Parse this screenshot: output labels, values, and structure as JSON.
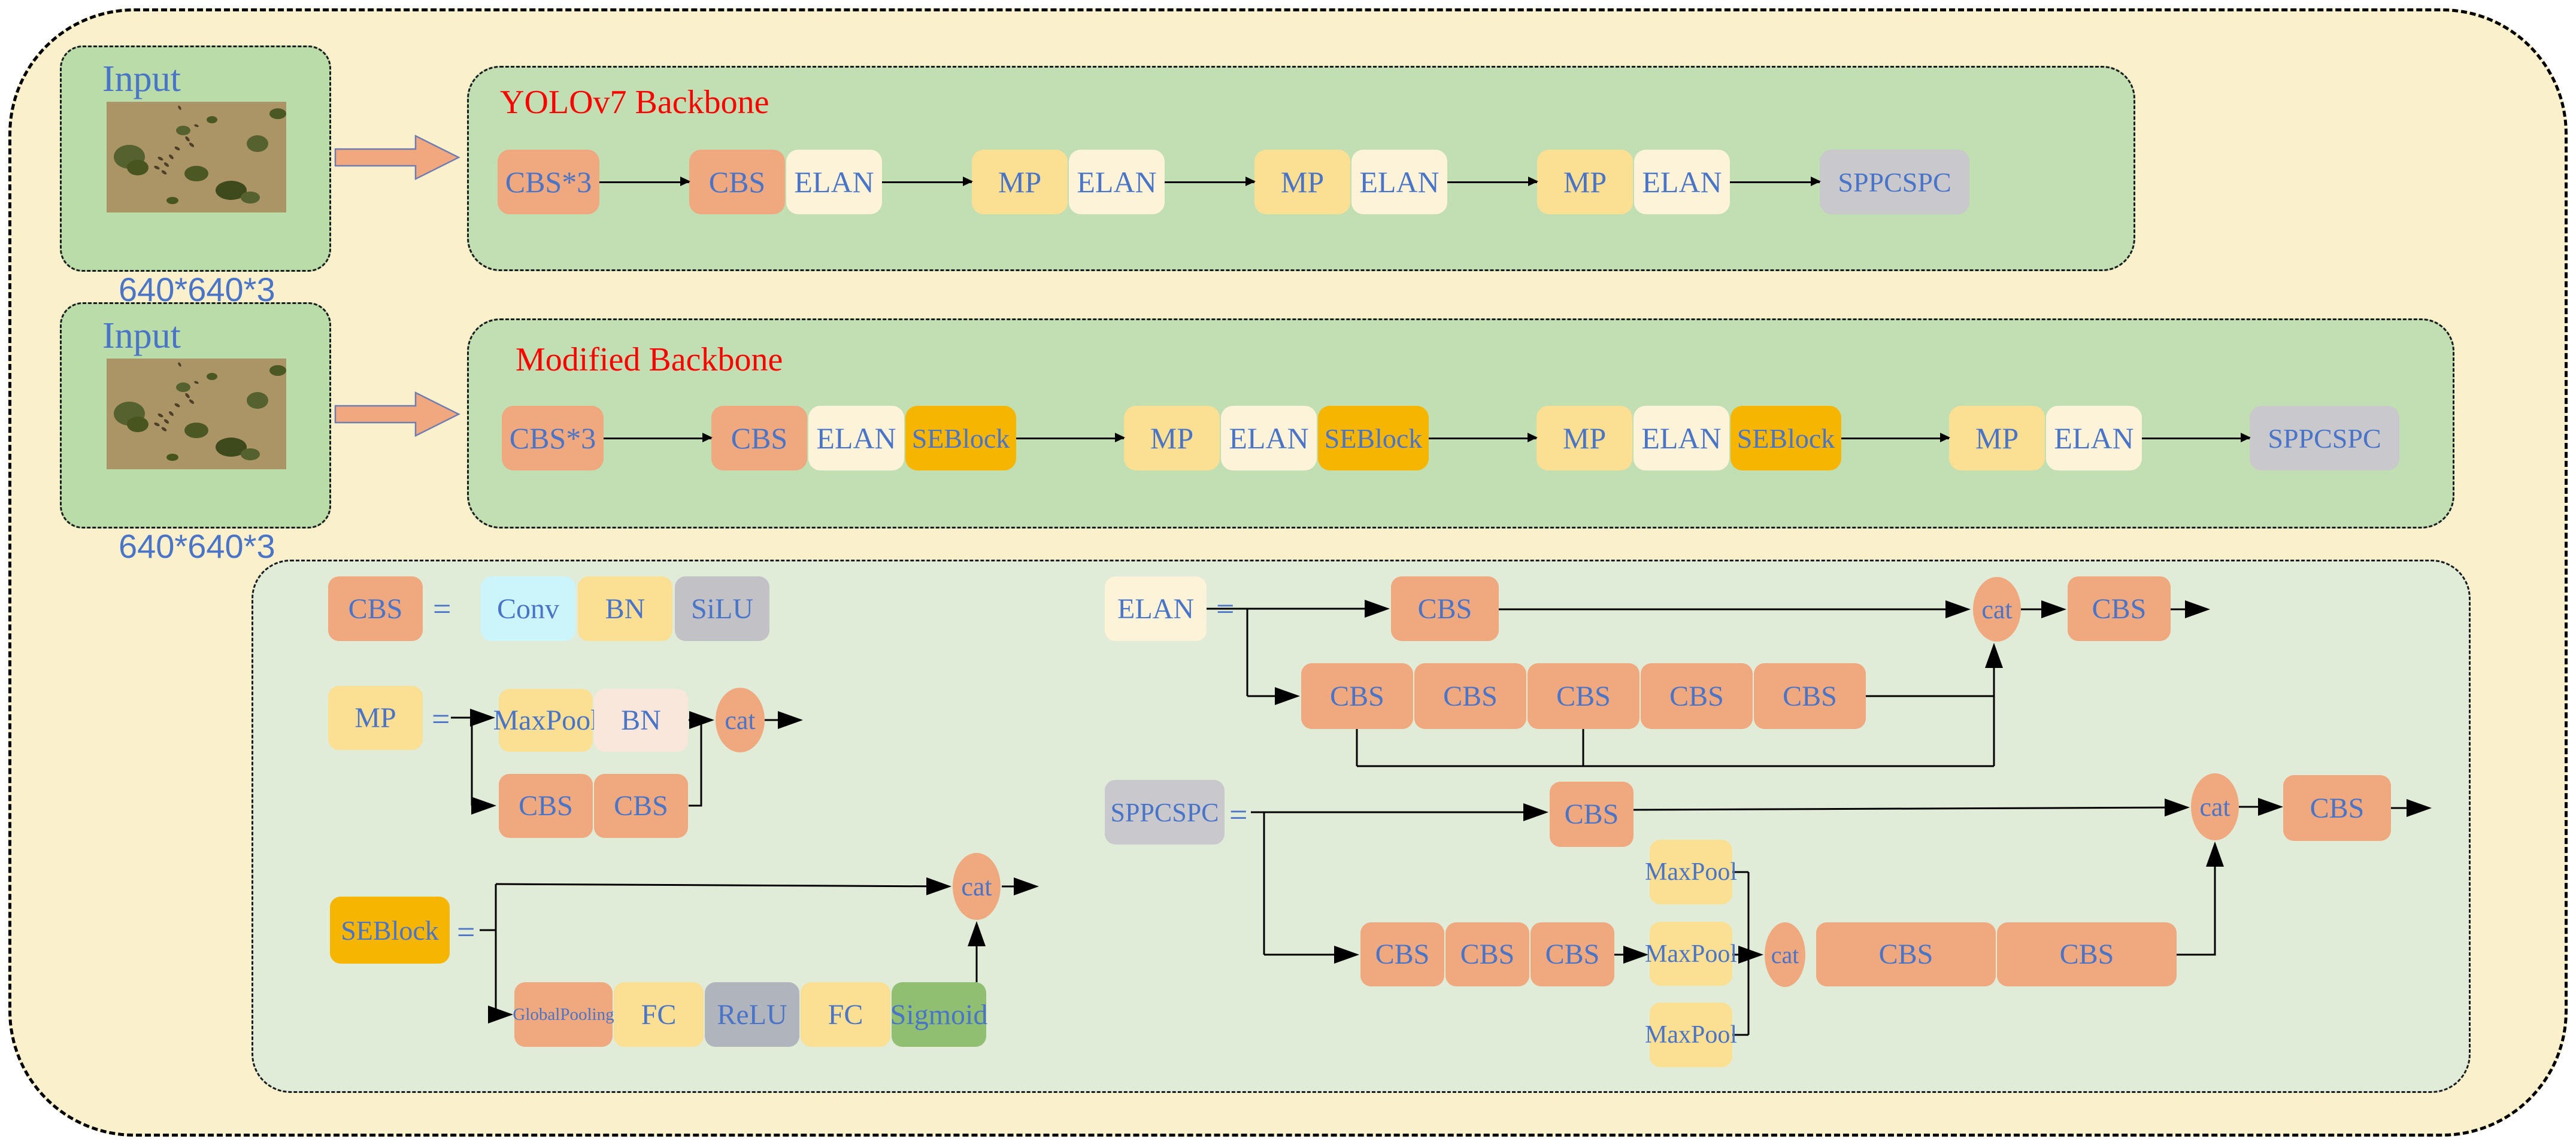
{
  "palette": {
    "page_background": "#FBF0CC",
    "backbone_row_green": "#C2DEB3",
    "input_green": "#B9DCA9",
    "legend_green": "#E0EBD8",
    "cbs_salmon": "#F0A87E",
    "mp_yellow": "#FBDF92",
    "elan_cream": "#FCF3D8",
    "seblock_gold": "#F6B501",
    "sppcspc_gray": "#C8C8CD",
    "conv_cyan": "#CBF5FA",
    "bn_pink": "#F8E7DA",
    "silu_gray": "#C2C2C6",
    "relu_gray": "#B0B4BD",
    "sigmoid_green": "#90BF72",
    "label_blue": "#4A74C8",
    "title_red": "#FB0200"
  },
  "input_box": {
    "label": "Input",
    "dims": "640*640*3"
  },
  "row1": {
    "title": "YOLOv7 Backbone",
    "blocks": [
      "CBS*3",
      "CBS",
      "ELAN",
      "MP",
      "ELAN",
      "MP",
      "ELAN",
      "MP",
      "ELAN",
      "SPPCSPC"
    ]
  },
  "row2": {
    "title": "Modified Backbone",
    "blocks": [
      "CBS*3",
      "CBS",
      "ELAN",
      "SEBlock",
      "MP",
      "ELAN",
      "SEBlock",
      "MP",
      "ELAN",
      "SEBlock",
      "MP",
      "ELAN",
      "SPPCSPC"
    ]
  },
  "defs": {
    "eq": "=",
    "cat": "cat",
    "cbs": {
      "lhs": "CBS",
      "parts": [
        "Conv",
        "BN",
        "SiLU"
      ]
    },
    "mp": {
      "lhs": "MP",
      "top": [
        "MaxPool",
        "BN"
      ],
      "bottom": [
        "CBS",
        "CBS"
      ]
    },
    "elan": {
      "lhs": "ELAN",
      "top": "CBS",
      "bottom": [
        "CBS",
        "CBS",
        "CBS",
        "CBS",
        "CBS"
      ],
      "out": "CBS"
    },
    "seblock": {
      "lhs": "SEBlock",
      "bottom": [
        "GlobalPooling",
        "FC",
        "ReLU",
        "FC",
        "Sigmoid"
      ]
    },
    "sppcspc": {
      "lhs": "SPPCSPC",
      "top": "CBS",
      "mid": [
        "CBS",
        "CBS",
        "CBS"
      ],
      "pools": [
        "MaxPool",
        "MaxPool",
        "MaxPool"
      ],
      "pair": [
        "CBS",
        "CBS"
      ],
      "out": "CBS"
    }
  }
}
